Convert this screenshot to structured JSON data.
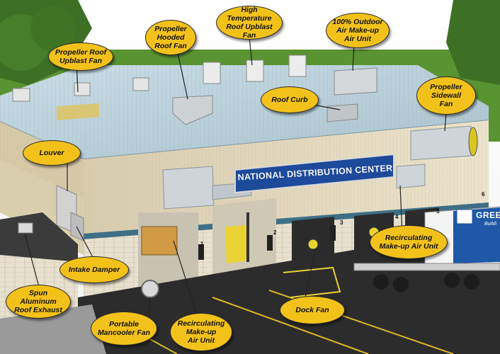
{
  "diagram": {
    "sign_text": "NATIONAL DISTRIBUTION CENTER",
    "truck_text": "GREEN",
    "truck_subtext": "Buildi",
    "door_numbers": [
      "1",
      "2",
      "3",
      "4",
      "5",
      "6"
    ],
    "callouts": {
      "propeller_roof_upblast_fan": "Propeller Roof\nUpblast Fan",
      "propeller_hooded_roof_fan": "Propeller\nHooded\nRoof Fan",
      "high_temperature_roof_upblast_fan": "High Temperature\nRoof Upblast\nFan",
      "outdoor_air_makeup_unit": "100% Outdoor\nAir Make-up\nAir Unit",
      "roof_curb": "Roof Curb",
      "propeller_sidewall_fan": "Propeller\nSidewall\nFan",
      "louver": "Louver",
      "intake_damper": "Intake Damper",
      "spun_aluminum_roof_exhaust": "Spun Aluminum\nRoof Exhaust",
      "portable_mancooler_fan": "Portable\nMancooler Fan",
      "recirculating_makeup_air_unit_bottom": "Recirculating\nMake-up\nAir Unit",
      "dock_fan": "Dock Fan",
      "recirculating_makeup_air_unit_right": "Recirculating\nMake-up Air Unit"
    }
  },
  "colors": {
    "callout_fill": "#f3c21a",
    "sign_blue": "#1d4a9a",
    "roof_blue": "#b9cfd8",
    "wall_beige": "#e2d8bd",
    "asphalt": "#2a2a2a",
    "grass": "#4f8a2c"
  }
}
